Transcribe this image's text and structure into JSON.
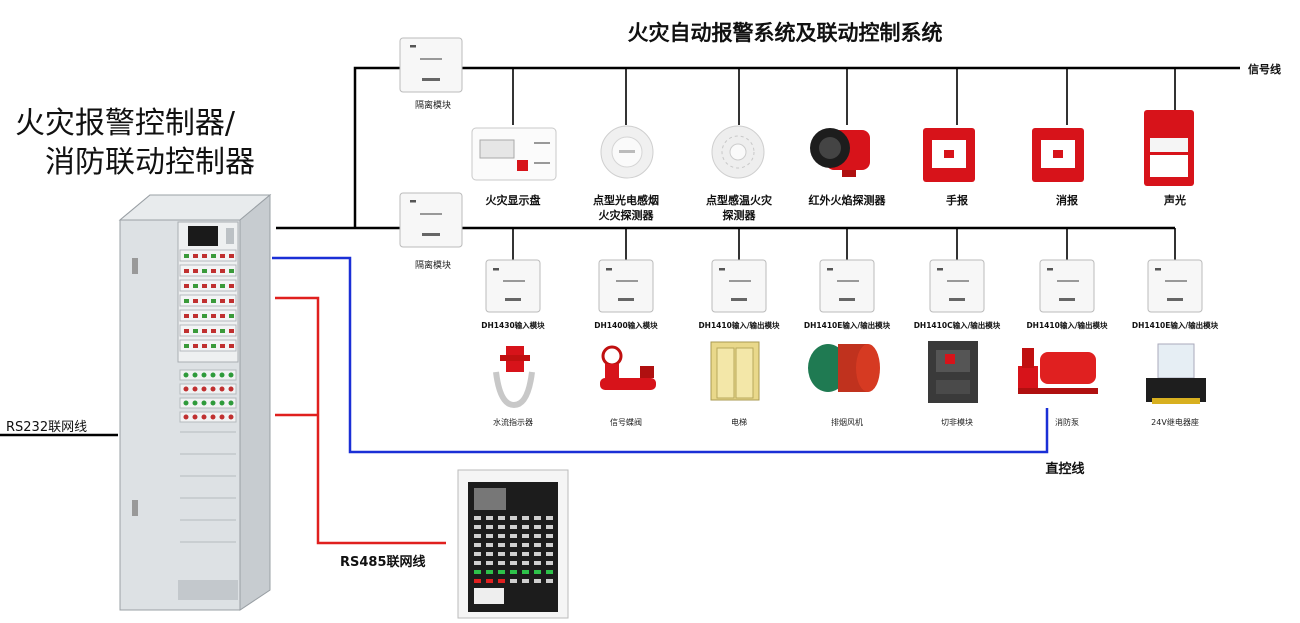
{
  "title": "火灾自动报警系统及联动控制系统",
  "controller": {
    "label_line1": "火灾报警控制器/",
    "label_line2": "消防联动控制器"
  },
  "lines": {
    "signal": "信号线",
    "direct": "直控线",
    "rs232": "RS232联网线",
    "rs485": "RS485联网线"
  },
  "isolators": {
    "top": "隔离模块",
    "bottom": "隔离模块"
  },
  "detectors": [
    {
      "label": [
        "火灾显示盘"
      ]
    },
    {
      "label": [
        "点型光电感烟",
        "火灾探测器"
      ]
    },
    {
      "label": [
        "点型感温火灾",
        "探测器"
      ]
    },
    {
      "label": [
        "红外火焰探测器"
      ]
    },
    {
      "label": [
        "手报"
      ]
    },
    {
      "label": [
        "消报"
      ]
    },
    {
      "label": [
        "声光"
      ]
    }
  ],
  "modules": [
    {
      "label": "DH1430输入模块",
      "device": "水流指示器"
    },
    {
      "label": "DH1400输入模块",
      "device": "信号蝶阀"
    },
    {
      "label": "DH1410输入/输出模块",
      "device": "电梯"
    },
    {
      "label": "DH1410E输入/输出模块",
      "device": "排烟风机"
    },
    {
      "label": "DH1410C输入/输出模块",
      "device": "切非模块"
    },
    {
      "label": "DH1410输入/输出模块",
      "device": "消防泵"
    },
    {
      "label": "DH1410E输入/输出模块",
      "device": "24V继电器座"
    }
  ],
  "colors": {
    "signal_line": "#000000",
    "direct_line": "#1a2fd6",
    "rs485_line": "#e0201e",
    "alarm_red": "#d7131a",
    "cabinet": "#d9dde1"
  }
}
